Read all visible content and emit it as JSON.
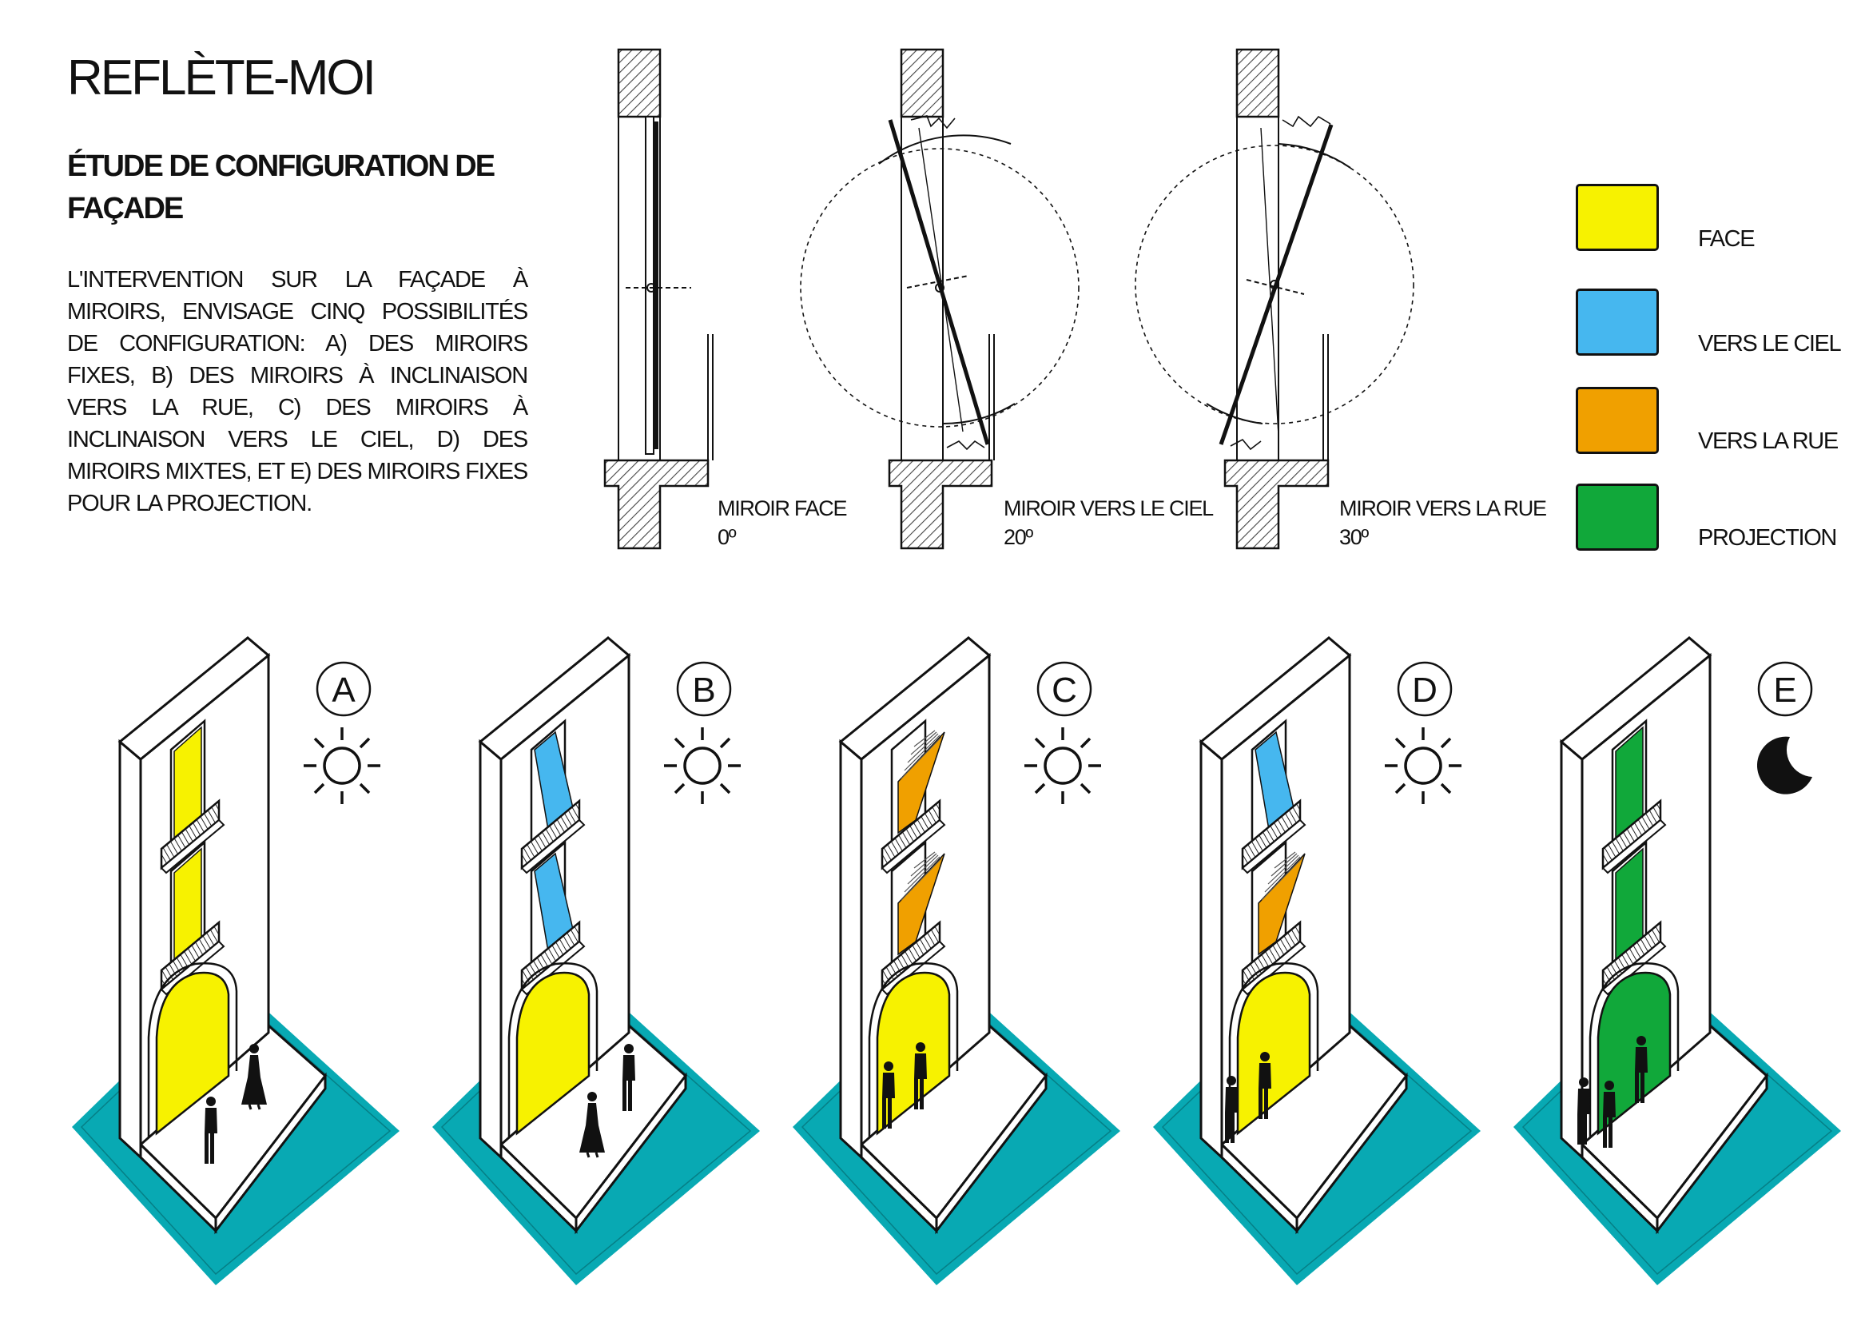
{
  "header": {
    "title": "REFLÈTE-MOI",
    "subtitle": "ÉTUDE DE CONFIGURATION DE FAÇADE",
    "intro": "L'INTERVENTION SUR LA FAÇADE À MIROIRS, ENVISAGE CINQ POSSIBILITÉS DE CONFIGURATION: A) DES MIROIRS FIXES, B) DES MIROIRS À INCLINAISON VERS LA RUE, C) DES MIROIRS À INCLINAISON VERS LE CIEL, D) DES MIROIRS MIXTES, ET E) DES MIROIRS FIXES POUR LA PROJECTION."
  },
  "sections": [
    {
      "label": "MIROIR FACE",
      "angle": "0º",
      "tilt_deg": 0
    },
    {
      "label": "MIROIR VERS LE CIEL",
      "angle": "20º",
      "tilt_deg": 20
    },
    {
      "label": "MIROIR VERS LA RUE",
      "angle": "30º",
      "tilt_deg": -30
    }
  ],
  "legend": [
    {
      "label": "FACE",
      "color": "#f7f200"
    },
    {
      "label": "VERS LE CIEL",
      "color": "#46b7ef"
    },
    {
      "label": "VERS LA RUE",
      "color": "#f0a000"
    },
    {
      "label": "PROJECTION",
      "color": "#11a83a"
    }
  ],
  "configurations": [
    {
      "letter": "A",
      "icon": "sun-icon",
      "window_mode": "face",
      "door_color": "#f7f200"
    },
    {
      "letter": "B",
      "icon": "sun-icon",
      "window_mode": "ciel",
      "door_color": "#f7f200"
    },
    {
      "letter": "C",
      "icon": "sun-icon",
      "window_mode": "rue",
      "door_color": "#f7f200"
    },
    {
      "letter": "D",
      "icon": "sun-icon",
      "window_mode": "mixed",
      "door_color": "#f7f200"
    },
    {
      "letter": "E",
      "icon": "moon-icon",
      "window_mode": "projection",
      "door_color": "#11a83a"
    }
  ],
  "colors": {
    "ground": "#08a9b3",
    "line": "#111111",
    "hatch": "#444444"
  }
}
